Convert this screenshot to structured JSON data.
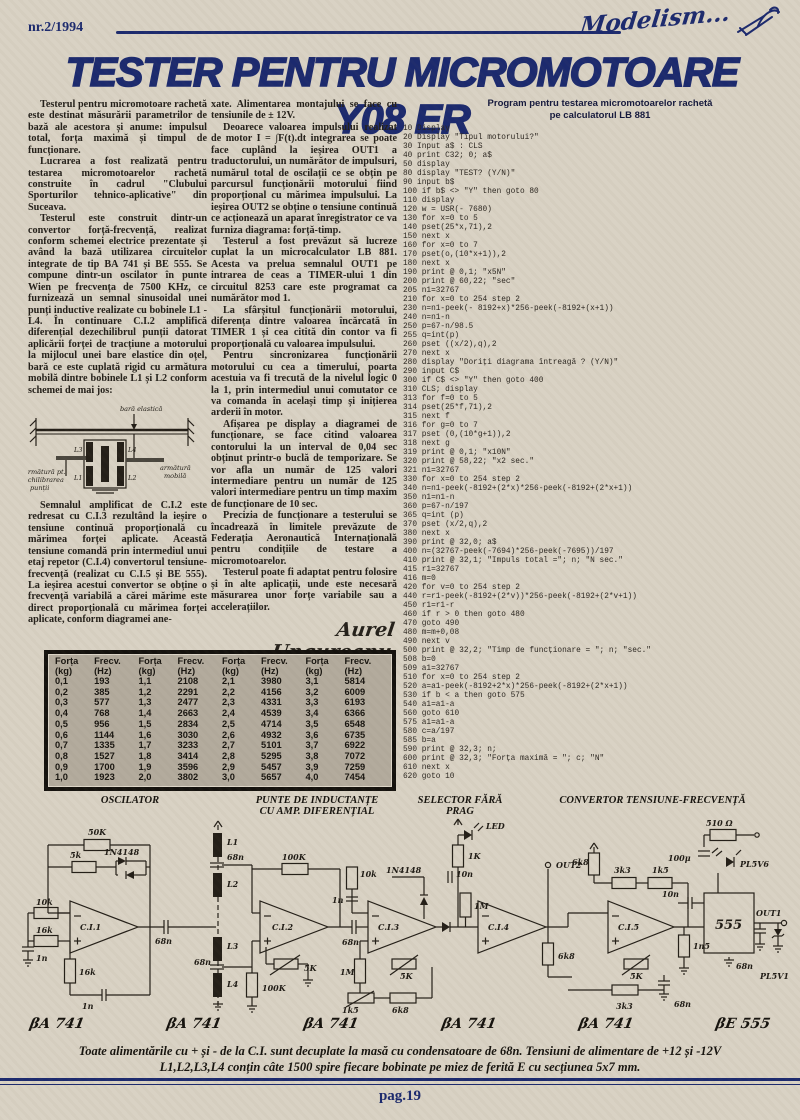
{
  "page": {
    "issue": "nr.2/1994",
    "logo": "Modelism...",
    "page_number": "pag.19"
  },
  "title": "TESTER PENTRU MICROMOTOARE Y08 ER",
  "colors": {
    "ink": "#1c2a6e",
    "paper": "#d9d2c4"
  },
  "article": {
    "left_paragraphs": [
      "Testerul pentru micromotoare rachetă este destinat măsurării parametrilor de bază ale acestora și anume: impulsul total, forța maximă și timpul de funcționare.",
      "Lucrarea a fost realizată pentru testarea micromotoarelor rachetă construite în cadrul \"Clubului Sporturilor tehnico-aplicative\" din Suceava.",
      "Testerul este construit dintr-un convertor forță-frecvență, realizat conform schemei electrice prezentate și având la bază utilizarea circuitelor integrate de tip BA 741 și BE 555. Se compune dintr-un oscilator în punte Wien pe frecvența de 7500 KHz, ce furnizează un semnal sinusoidal unei punți inductive realizate cu bobinele L1 - L4. În continuare C.I.2 amplifică diferențial dezechilibrul punții datorat aplicării forței de tracțiune a motorului la mijlocul unei bare elastice din oțel, bară ce este cuplată rigid cu armătura mobilă dintre bobinele L1 și L2 conform schemei de mai jos:"
    ],
    "left_paragraphs_after": [
      "Semnalul amplificat de C.I.2 este redresat cu C.I.3 rezultând la ieșire o tensiune continuă proporțională cu mărimea forței aplicate. Această tensiune comandă prin intermediul unui etaj repetor (C.I.4) convertorul tensiune-frecvență (realizat cu C.I.5 și BE 555). La ieșirea acestui convertor se obține o frecvență variabilă a cărei mărime este direct proporțională cu mărimea forței aplicate, conform diagramei ane-"
    ],
    "mid_paragraphs": [
      "xate. Alimentarea montajului se face cu tensiunile de ± 12V.",
      "Deoarece valoarea impulsului realizat de motor I = ∫F(t).dt integrarea se poate face cuplând la ieșirea OUT1 a traductorului, un numărător de impulsuri, numărul total de oscilații ce se obțin pe parcursul funcționării motorului fiind proporțional cu mărimea impulsului. La ieșirea OUT2 se obține o tensiune continuă ce acționează un aparat înregistrator ce va furniza diagrama: forță-timp.",
      "Testerul a fost prevăzut să lucreze cuplat la un microcalculator LB 881. Acesta va prelua semnalul OUT1 pe intrarea de ceas a TIMER-ului 1 din circuitul 8253 care este programat ca numărător mod 1.",
      "La sfârșitul funcționării motorului, diferența dintre valoarea încărcată în TIMER 1 și cea citită din contor va fi proporțională cu valoarea impulsului.",
      "Pentru sincronizarea funcționării motorului cu cea a timerului, poarta acestuia va fi trecută de la nivelul logic 0 la 1, prin intermediul unui comutator ce va comanda în același timp și inițierea arderii în motor.",
      "Afișarea pe display a diagramei de funcționare, se face citind valoarea contorului la un interval de 0,04 sec obținut printr-o buclă de temporizare. Se vor afla un număr de 125 valori intermediare pentru un număr de 125 valori intermediare pentru un timp maxim de funcționare de 10 sec.",
      "Precizia de funcționare a testerului se încadrează în limitele prevăzute de Federația Aeronautică Internațională pentru condițiile de testare a micromotoarelor.",
      "Testerul poate fi adaptat pentru folosire și în alte aplicații, unde este necesară măsurarea unor forțe variabile sau a accelerațiilor."
    ],
    "signature": "Aurel Ungureanu"
  },
  "mech_diagram": {
    "labels": [
      "bară elastică",
      "armătură",
      "mobilă",
      "armătură pt.",
      "echilibrarea",
      "punții",
      "L3",
      "L4",
      "L1",
      "L2"
    ]
  },
  "program": {
    "title_line1": "Program pentru testarea micromotoarelor rachetă",
    "title_line2": "pe calculatorul LB 881",
    "lines": [
      "10 Display",
      "20 Display \"Tipul motorului?\"",
      "30 Input a$ : CLS",
      "40 print C32; 0; a$",
      "50 display",
      "80 display \"TEST? (Y/N)\"",
      "90 input b$",
      "100 if b$ <> \"Y\" then goto 80",
      "110 display",
      "120 w = USR(- 7680)",
      "130 for x=0 to 5",
      "140 pset(25*x,71),2",
      "150 next x",
      "160 for x=0 to 7",
      "170 pset(o,(10*x+1)),2",
      "180 next x",
      "190 print @ 0,1; \"x5N\"",
      "200 print @ 60,22; \"sec\"",
      "205 n1=32767",
      "210 for x=0 to 254 step 2",
      "230 n=n1-peek(- 8192+x)*256-peek(-8192+(x+1))",
      "240 n=n1-n",
      "250 p=67-n/98.5",
      "255 q=int(p)",
      "260 pset ((x/2),q),2",
      "270 next x",
      "280 display \"Doriți diagrama întreagă ? (Y/N)\"",
      "290 input C$",
      "300 if C$ <> \"Y\" then goto 400",
      "310 CLS; display",
      "313 for f=0 to 5",
      "314 pset(25*f,71),2",
      "315 next f",
      "316 for g=0 to 7",
      "317 pset (0,(10*g+1)),2",
      "318 next g",
      "319 print @ 0,1; \"x10N\"",
      "320 print @ 58,22; \"x2 sec.\"",
      "321 n1=32767",
      "330 for x=0 to 254 step 2",
      "340 n=n1-peek(-8192+(2*x)*256-peek(-8192+(2*x+1))",
      "350 n1=n1-n",
      "360 p=67-n/197",
      "365 q=int (p)",
      "370 pset (x/2,q),2",
      "380 next x",
      "390 print @ 32,0; a$",
      "400 n=(32767-peek(-7694)*256-peek(-7695))/197",
      "410 print @ 32,1; \"Impuls total =\"; n; \"N sec.\"",
      "415 r1=32767",
      "416 m=0",
      "420 for v=0 to 254 step 2",
      "440 r=r1-peek(-8192+(2*v))*256-peek(-8192+(2*v+1))",
      "450 r1=r1-r",
      "460 if r > 0 then goto 480",
      "470 goto 490",
      "480 m=m+0,08",
      "490 next v",
      "500 print @ 32,2; \"Timp de funcționare = \"; n; \"sec.\"",
      "508 b=0",
      "509 a1=32767",
      "510 for x=0 to 254 step 2",
      "520 a=a1-peek(-8192+2*x)*256-peek(-8192+(2*x+1))",
      "530 if b < a then goto 575",
      "540 a1=a1-a",
      "560 goto 610",
      "575 a1=a1-a",
      "580 c=a/197",
      "585 b=a",
      "590 print @ 32,3; n;",
      "600 print @ 32,3; \"Forța maximă = \"; c; \"N\"",
      "610 next x",
      "620 goto 10"
    ]
  },
  "table": {
    "headers": [
      {
        "a": "Forța",
        "b": "(kg)"
      },
      {
        "a": "Frecv.",
        "b": "(Hz)"
      },
      {
        "a": "Forța",
        "b": "(kg)"
      },
      {
        "a": "Frecv.",
        "b": "(Hz)"
      },
      {
        "a": "Forța",
        "b": "(kg)"
      },
      {
        "a": "Frecv.",
        "b": "(Hz)"
      },
      {
        "a": "Forța",
        "b": "(kg)"
      },
      {
        "a": "Frecv.",
        "b": "(Hz)"
      }
    ],
    "rows": [
      [
        "0,1",
        "193",
        "1,1",
        "2108",
        "2,1",
        "3980",
        "3,1",
        "5814"
      ],
      [
        "0,2",
        "385",
        "1,2",
        "2291",
        "2,2",
        "4156",
        "3,2",
        "6009"
      ],
      [
        "0,3",
        "577",
        "1,3",
        "2477",
        "2,3",
        "4331",
        "3,3",
        "6193"
      ],
      [
        "0,4",
        "768",
        "1,4",
        "2663",
        "2,4",
        "4539",
        "3,4",
        "6366"
      ],
      [
        "0,5",
        "956",
        "1,5",
        "2834",
        "2,5",
        "4714",
        "3,5",
        "6548"
      ],
      [
        "0,6",
        "1144",
        "1,6",
        "3030",
        "2,6",
        "4932",
        "3,6",
        "6735"
      ],
      [
        "0,7",
        "1335",
        "1,7",
        "3233",
        "2,7",
        "5101",
        "3,7",
        "6922"
      ],
      [
        "0,8",
        "1527",
        "1,8",
        "3414",
        "2,8",
        "5295",
        "3,8",
        "7072"
      ],
      [
        "0,9",
        "1700",
        "1,9",
        "3596",
        "2,9",
        "5457",
        "3,9",
        "7259"
      ],
      [
        "1,0",
        "1923",
        "2,0",
        "3802",
        "3,0",
        "5657",
        "4,0",
        "7454"
      ]
    ]
  },
  "schematic": {
    "sections": [
      {
        "l1": "OSCILATOR",
        "l2": ""
      },
      {
        "l1": "PUNTE DE INDUCTANȚE",
        "l2": "CU AMP. DIFERENȚIAL"
      },
      {
        "l1": "SELECTOR FĂRĂ",
        "l2": "PRAG"
      },
      {
        "l1": "CONVERTOR TENSIUNE-FRECVENȚĂ",
        "l2": ""
      }
    ],
    "labels": [
      "50K",
      "5k",
      "1N4148",
      "10k",
      "16k",
      "1n",
      "16k",
      "1n",
      "C.I.1",
      "68n",
      "L1",
      "68n",
      "L2",
      "L3",
      "68n",
      "L4",
      "100K",
      "C.I.2",
      "100K",
      "5K",
      "68n",
      "10k",
      "1n",
      "1M",
      "1k5",
      "6k8",
      "C.I.3",
      "5K",
      "1N4148",
      "10n",
      "1M",
      "1K",
      "LED",
      "OUT2",
      "C.I.4",
      "6k8",
      "6k8",
      "3k3",
      "1k5",
      "C.I.5",
      "5K",
      "1n5",
      "3k3",
      "68n",
      "510 Ω",
      "100μ",
      "PL5V6",
      "10n",
      "555",
      "OUT1",
      "68n",
      "PL5V1"
    ],
    "ic_names": [
      "βA 741",
      "βA 741",
      "βA 741",
      "βA 741",
      "βA 741",
      "βE 555"
    ]
  },
  "footer": {
    "note1": "Toate alimentările cu + și - de la C.I. sunt decuplate la masă cu condensatoare de 68n. Tensiuni de alimentare de +12 și -12V",
    "note2": "L1,L2,L3,L4 conțin câte 1500 spire fiecare bobinate pe miez de ferită E cu secțiunea 5x7 mm."
  }
}
